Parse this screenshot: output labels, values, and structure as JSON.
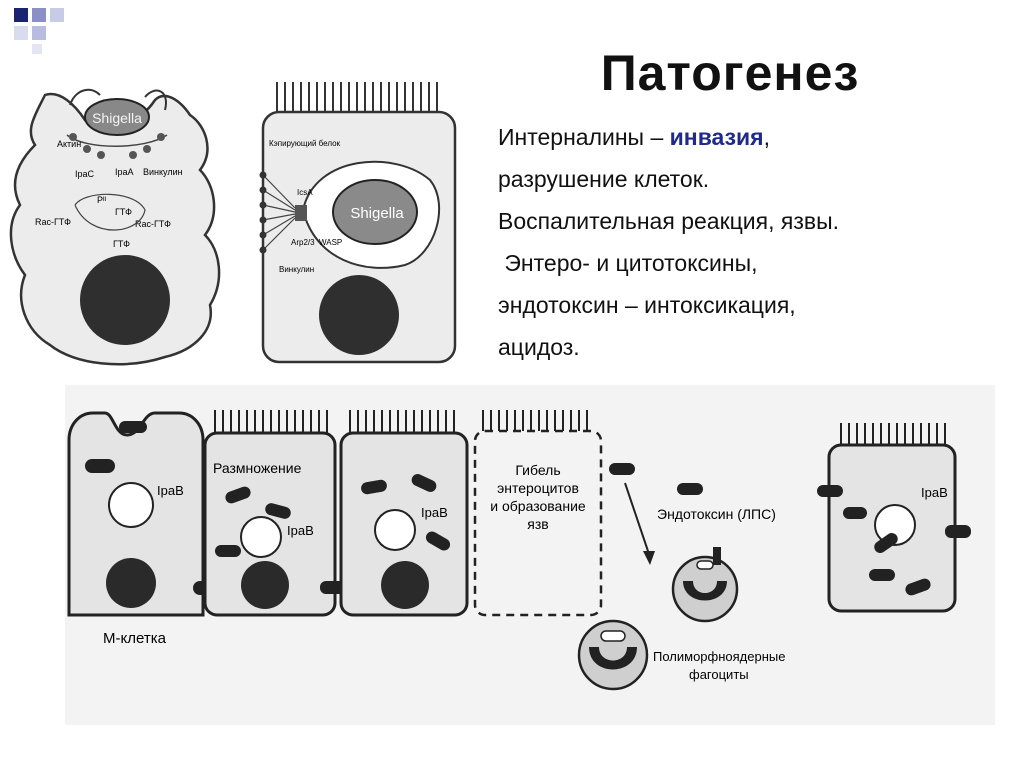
{
  "slide": {
    "title": "Патогенез",
    "lines": [
      {
        "pre": "Интерналины – ",
        "accent": "инвазия",
        "post": ","
      },
      {
        "text": "разрушение клеток."
      },
      {
        "text": "Воспалительная реакция, язвы."
      },
      {
        "text": " Энтеро- и цитотоксины,"
      },
      {
        "text": "эндотоксин – интоксикация,"
      },
      {
        "text": "ацидоз."
      }
    ],
    "accent_color": "#1f2a8a"
  },
  "figure_left": {
    "bacterium": "Shigella",
    "labels": [
      "Актин",
      "IpaC",
      "IpaA",
      "Винкулин",
      "Pᴵᴵ",
      "ГТФ",
      "Rac-ГТФ",
      "Rac-ГТФ",
      "ГТФ"
    ]
  },
  "figure_mid": {
    "bacterium": "Shigella",
    "labels": [
      "Кэпирующий белок",
      "IcsA",
      "Arp2/3",
      "WASP",
      "Винкулин"
    ]
  },
  "figure_bottom": {
    "labels": {
      "reproduction": "Размножение",
      "ipab1": "IpaB",
      "ipab2": "IpaB",
      "ipab3": "IpaB",
      "ipab4": "IpaB",
      "death": [
        "Гибель",
        "энтероцитов",
        "и образование",
        "язв"
      ],
      "endotoxin": "Эндотоксин (ЛПС)",
      "mcell": "М-клетка",
      "phagocytes": [
        "Полиморфноядерные",
        "фагоциты"
      ]
    }
  }
}
